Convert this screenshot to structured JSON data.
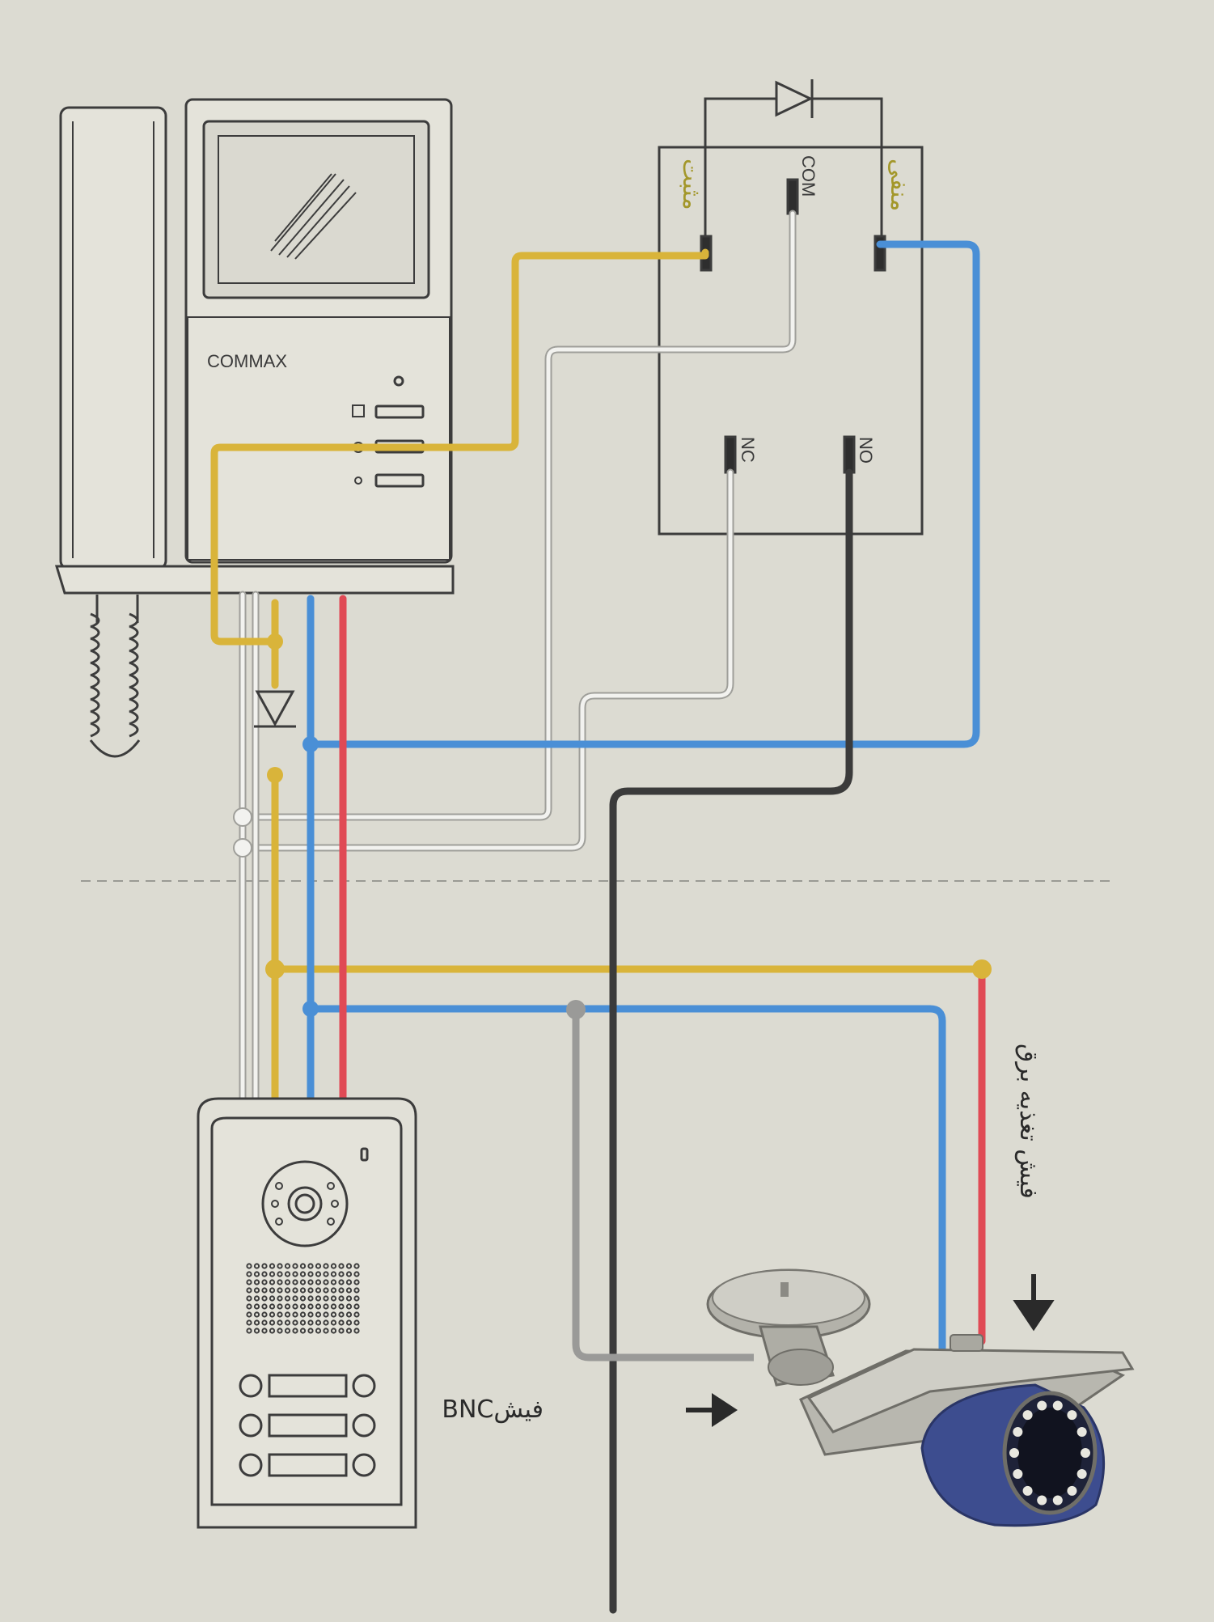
{
  "monitor": {
    "brand": "COMMAX"
  },
  "relay": {
    "terminals": {
      "positive": "مثبت",
      "com": "COM",
      "negative": "منفی",
      "nc": "NC",
      "no": "NO"
    }
  },
  "camera": {
    "power_plug_label": "فیش تغذیه برق",
    "bnc_plug_label": "فیشBNC"
  },
  "colors": {
    "yellow_wire": "#d9b43a",
    "blue_wire": "#4a8fd6",
    "red_wire": "#e04a55",
    "black_wire": "#3b3b3b",
    "white_wire": "#f2f2ef",
    "gray_wire": "#9a9a98",
    "outline": "#3c3c3c"
  }
}
